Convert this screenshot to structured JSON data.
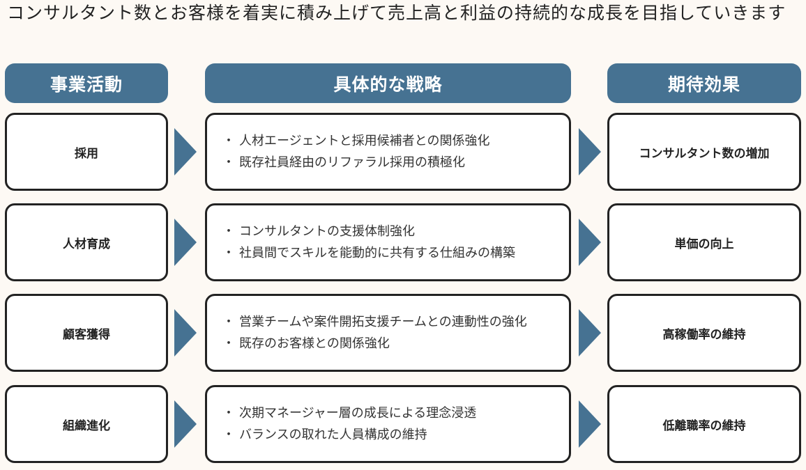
{
  "title": "コンサルタント数とお客様を着実に積み上げて売上高と利益の持続的な成長を目指していきます",
  "headers": {
    "activity": "事業活動",
    "strategy": "具体的な戦略",
    "effect": "期待効果"
  },
  "colors": {
    "accent": "#467292",
    "background": "#fdf9f4"
  },
  "rows": [
    {
      "activity": "採用",
      "strategies": [
        "人材エージェントと採用候補者との関係強化",
        "既存社員経由のリファラル採用の積極化"
      ],
      "effect": "コンサルタント数の増加"
    },
    {
      "activity": "人材育成",
      "strategies": [
        "コンサルタントの支援体制強化",
        "社員間でスキルを能動的に共有する仕組みの構築"
      ],
      "effect": "単価の向上"
    },
    {
      "activity": "顧客獲得",
      "strategies": [
        "営業チームや案件開拓支援チームとの連動性の強化",
        "既存のお客様との関係強化"
      ],
      "effect": "高稼働率の維持"
    },
    {
      "activity": "組織進化",
      "strategies": [
        "次期マネージャー層の成長による理念浸透",
        "バランスの取れた人員構成の維持"
      ],
      "effect": "低離職率の維持"
    }
  ]
}
